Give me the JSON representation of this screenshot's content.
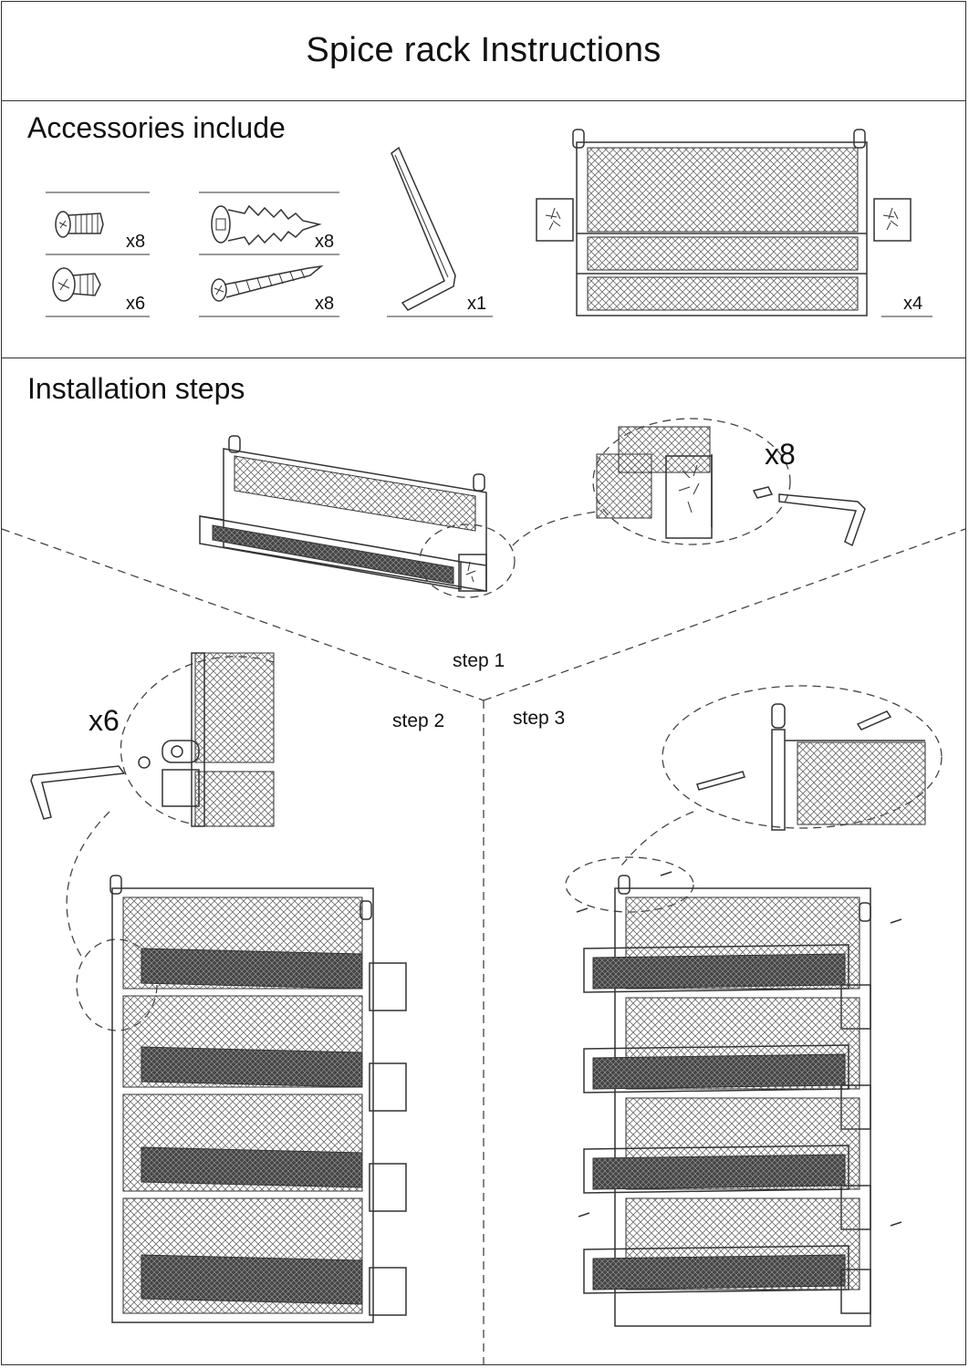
{
  "title": "Spice rack Instructions",
  "accessories": {
    "heading": "Accessories include",
    "items": [
      {
        "icon": "small-bolt-icon",
        "qty": "x8"
      },
      {
        "icon": "wall-anchor-icon",
        "qty": "x8"
      },
      {
        "icon": "short-bolt-icon",
        "qty": "x6"
      },
      {
        "icon": "wood-screw-icon",
        "qty": "x8"
      },
      {
        "icon": "hex-key-icon",
        "qty": "x1"
      },
      {
        "icon": "spice-rack-shelf-icon",
        "qty": "x4"
      }
    ]
  },
  "installation": {
    "heading": "Installation steps",
    "step1": {
      "label": "step 1",
      "callout_qty": "x8"
    },
    "step2": {
      "label": "step 2",
      "callout_qty": "x6"
    },
    "step3": {
      "label": "step 3"
    }
  }
}
